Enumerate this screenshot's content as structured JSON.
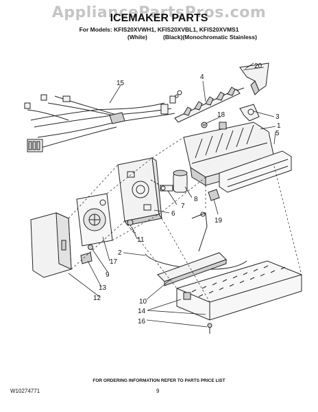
{
  "watermark": "AppliancePartsPros.com",
  "header": {
    "title": "ICEMAKER PARTS",
    "models": "For Models: KFIS20XVWH1, KFIS20XVBL1, KFIS20XVMS1",
    "variant_white": "(White)",
    "variant_black_ms": "(Black)(Monochromatic Stainless)"
  },
  "callouts": {
    "c1": "1",
    "c2": "2",
    "c3": "3",
    "c4": "4",
    "c5": "5",
    "c6": "6",
    "c7": "7",
    "c8": "8",
    "c9": "9",
    "c10": "10",
    "c11": "11",
    "c12": "12",
    "c13": "13",
    "c14": "14",
    "c15": "15",
    "c16": "16",
    "c17": "17",
    "c18": "18",
    "c19": "19",
    "c20": "20"
  },
  "footer": {
    "ordering_note": "FOR ORDERING INFORMATION REFER TO PARTS PRICE LIST",
    "doc_number": "W10274771",
    "page_number": "9"
  },
  "colors": {
    "line": "#222222",
    "part_fill": "#f2f2f2",
    "part_shade": "#cfcfcf",
    "watermark": "#969696"
  }
}
